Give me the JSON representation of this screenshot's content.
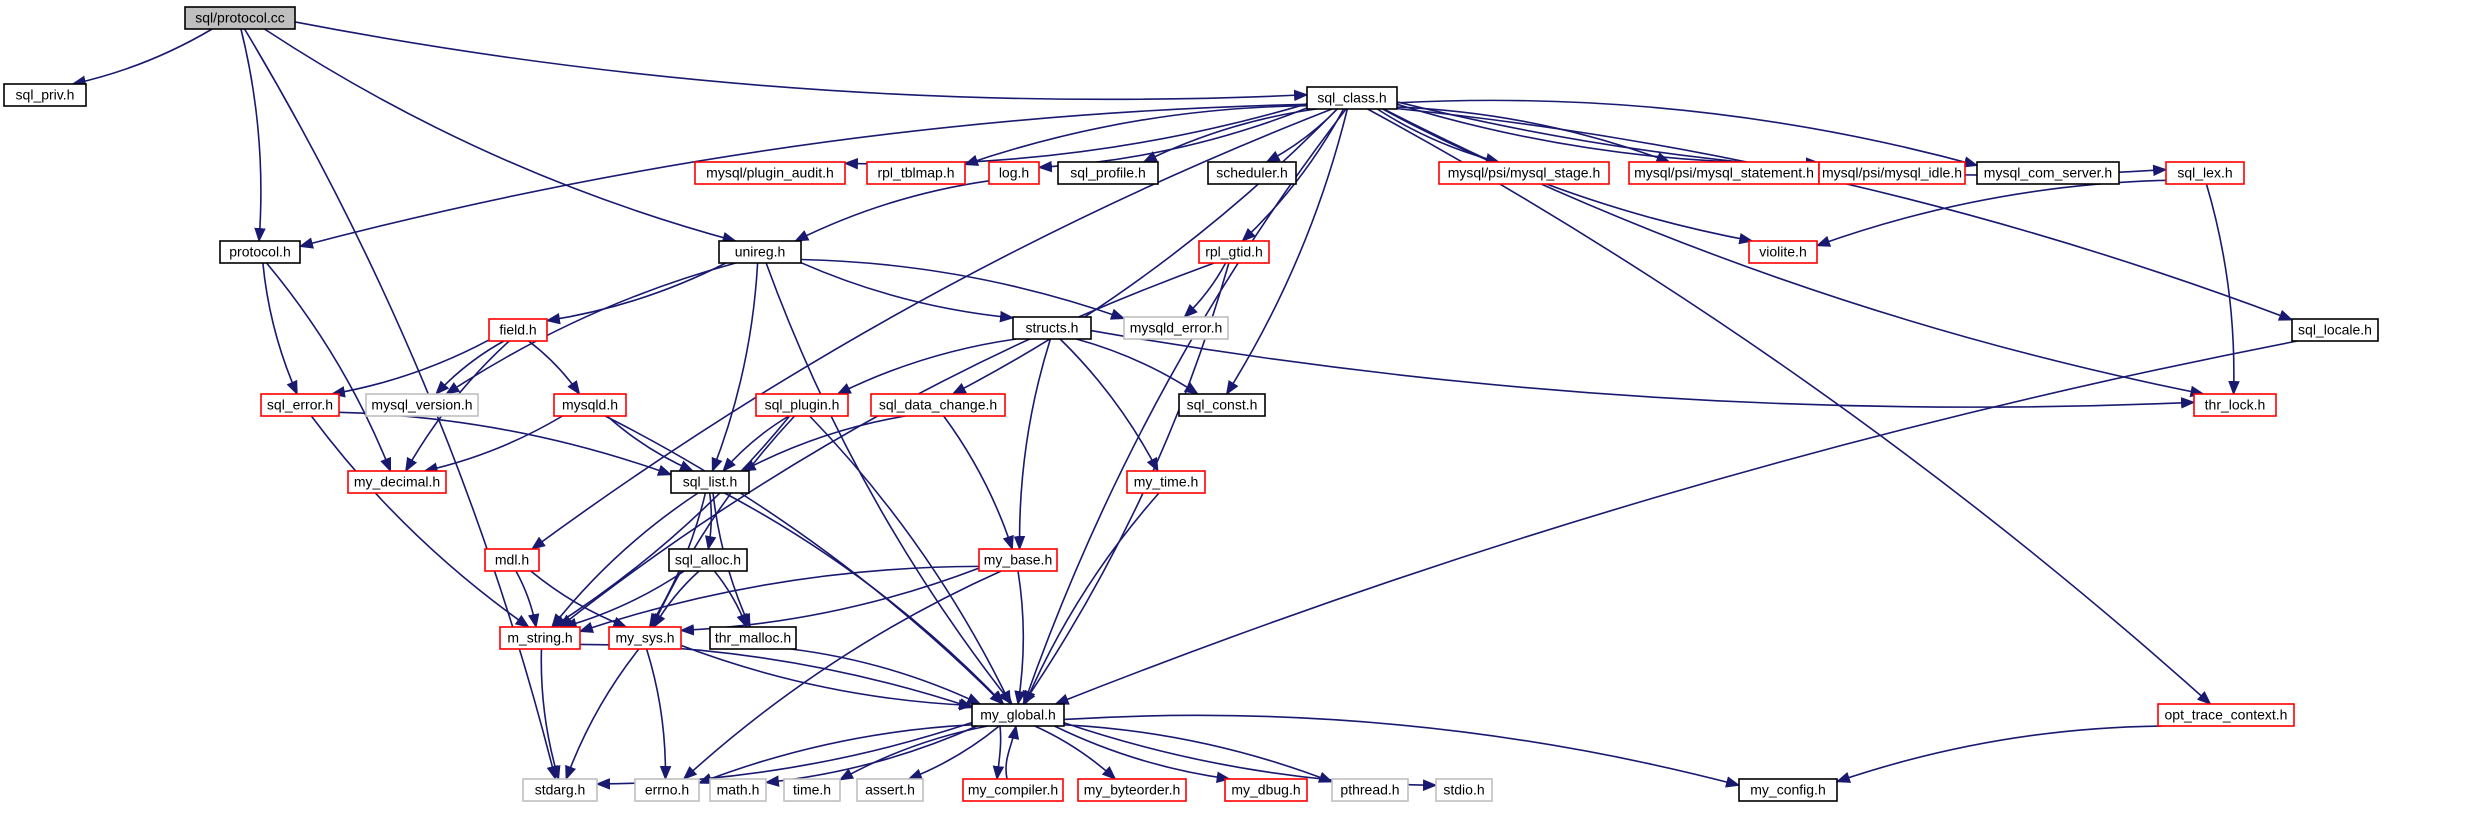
{
  "colors": {
    "edge": "#191970",
    "border_black": "#000000",
    "border_red": "#ff0000",
    "border_gray": "#bfbfbf",
    "root_fill": "#bfbfbf",
    "fill": "#ffffff"
  },
  "nodes": [
    {
      "id": "protocol_cc",
      "label": "sql/protocol.cc",
      "style": "root"
    },
    {
      "id": "sql_priv",
      "label": "sql_priv.h",
      "style": "black"
    },
    {
      "id": "sql_class",
      "label": "sql_class.h",
      "style": "black"
    },
    {
      "id": "protocol_h",
      "label": "protocol.h",
      "style": "black"
    },
    {
      "id": "unireg",
      "label": "unireg.h",
      "style": "black"
    },
    {
      "id": "plugin_audit",
      "label": "mysql/plugin_audit.h",
      "style": "red"
    },
    {
      "id": "rpl_tblmap",
      "label": "rpl_tblmap.h",
      "style": "red"
    },
    {
      "id": "log_h",
      "label": "log.h",
      "style": "red"
    },
    {
      "id": "sql_profile",
      "label": "sql_profile.h",
      "style": "black"
    },
    {
      "id": "scheduler",
      "label": "scheduler.h",
      "style": "black"
    },
    {
      "id": "psi_stage",
      "label": "mysql/psi/mysql_stage.h",
      "style": "red"
    },
    {
      "id": "psi_statement",
      "label": "mysql/psi/mysql_statement.h",
      "style": "red"
    },
    {
      "id": "psi_idle",
      "label": "mysql/psi/mysql_idle.h",
      "style": "red"
    },
    {
      "id": "com_server",
      "label": "mysql_com_server.h",
      "style": "black"
    },
    {
      "id": "sql_lex",
      "label": "sql_lex.h",
      "style": "red"
    },
    {
      "id": "rpl_gtid",
      "label": "rpl_gtid.h",
      "style": "red"
    },
    {
      "id": "violite",
      "label": "violite.h",
      "style": "red"
    },
    {
      "id": "mysqld_error",
      "label": "mysqld_error.h",
      "style": "gray"
    },
    {
      "id": "structs",
      "label": "structs.h",
      "style": "black"
    },
    {
      "id": "field",
      "label": "field.h",
      "style": "red"
    },
    {
      "id": "sql_locale",
      "label": "sql_locale.h",
      "style": "black"
    },
    {
      "id": "sql_error",
      "label": "sql_error.h",
      "style": "red"
    },
    {
      "id": "mysql_version",
      "label": "mysql_version.h",
      "style": "gray"
    },
    {
      "id": "mysqld",
      "label": "mysqld.h",
      "style": "red"
    },
    {
      "id": "sql_plugin",
      "label": "sql_plugin.h",
      "style": "red"
    },
    {
      "id": "sql_data_change",
      "label": "sql_data_change.h",
      "style": "red"
    },
    {
      "id": "sql_const",
      "label": "sql_const.h",
      "style": "black"
    },
    {
      "id": "thr_lock",
      "label": "thr_lock.h",
      "style": "red"
    },
    {
      "id": "my_decimal",
      "label": "my_decimal.h",
      "style": "red"
    },
    {
      "id": "sql_list",
      "label": "sql_list.h",
      "style": "black"
    },
    {
      "id": "my_time",
      "label": "my_time.h",
      "style": "red"
    },
    {
      "id": "mdl",
      "label": "mdl.h",
      "style": "red"
    },
    {
      "id": "sql_alloc",
      "label": "sql_alloc.h",
      "style": "black"
    },
    {
      "id": "my_base",
      "label": "my_base.h",
      "style": "red"
    },
    {
      "id": "m_string",
      "label": "m_string.h",
      "style": "red"
    },
    {
      "id": "my_sys",
      "label": "my_sys.h",
      "style": "red"
    },
    {
      "id": "thr_malloc",
      "label": "thr_malloc.h",
      "style": "black"
    },
    {
      "id": "my_global",
      "label": "my_global.h",
      "style": "black"
    },
    {
      "id": "opt_trace_ctx",
      "label": "opt_trace_context.h",
      "style": "red"
    },
    {
      "id": "stdarg",
      "label": "stdarg.h",
      "style": "gray"
    },
    {
      "id": "errno",
      "label": "errno.h",
      "style": "gray"
    },
    {
      "id": "math",
      "label": "math.h",
      "style": "gray"
    },
    {
      "id": "time",
      "label": "time.h",
      "style": "gray"
    },
    {
      "id": "assert",
      "label": "assert.h",
      "style": "gray"
    },
    {
      "id": "my_compiler",
      "label": "my_compiler.h",
      "style": "red"
    },
    {
      "id": "my_byteorder",
      "label": "my_byteorder.h",
      "style": "red"
    },
    {
      "id": "my_dbug",
      "label": "my_dbug.h",
      "style": "red"
    },
    {
      "id": "pthread",
      "label": "pthread.h",
      "style": "gray"
    },
    {
      "id": "stdio",
      "label": "stdio.h",
      "style": "gray"
    },
    {
      "id": "my_config",
      "label": "my_config.h",
      "style": "black"
    }
  ],
  "edges": [
    [
      "protocol_cc",
      "sql_priv"
    ],
    [
      "protocol_cc",
      "sql_class"
    ],
    [
      "protocol_cc",
      "protocol_h"
    ],
    [
      "protocol_cc",
      "unireg"
    ],
    [
      "protocol_cc",
      "stdarg"
    ],
    [
      "sql_class",
      "protocol_h"
    ],
    [
      "sql_class",
      "plugin_audit"
    ],
    [
      "sql_class",
      "rpl_tblmap"
    ],
    [
      "sql_class",
      "log_h"
    ],
    [
      "sql_class",
      "sql_profile"
    ],
    [
      "sql_class",
      "scheduler"
    ],
    [
      "sql_class",
      "psi_stage"
    ],
    [
      "sql_class",
      "psi_statement"
    ],
    [
      "sql_class",
      "psi_idle"
    ],
    [
      "sql_class",
      "com_server"
    ],
    [
      "sql_class",
      "sql_lex"
    ],
    [
      "sql_class",
      "rpl_gtid"
    ],
    [
      "sql_class",
      "violite"
    ],
    [
      "sql_class",
      "sql_data_change"
    ],
    [
      "sql_class",
      "mdl"
    ],
    [
      "sql_class",
      "sql_const"
    ],
    [
      "sql_class",
      "thr_lock"
    ],
    [
      "sql_class",
      "sql_locale"
    ],
    [
      "sql_class",
      "my_global"
    ],
    [
      "sql_class",
      "opt_trace_ctx"
    ],
    [
      "protocol_h",
      "sql_error"
    ],
    [
      "protocol_h",
      "my_decimal"
    ],
    [
      "log_h",
      "unireg"
    ],
    [
      "unireg",
      "field"
    ],
    [
      "unireg",
      "mysql_version"
    ],
    [
      "unireg",
      "mysqld_error"
    ],
    [
      "unireg",
      "structs"
    ],
    [
      "unireg",
      "sql_list"
    ],
    [
      "unireg",
      "my_global"
    ],
    [
      "rpl_gtid",
      "mysqld_error"
    ],
    [
      "rpl_gtid",
      "m_string"
    ],
    [
      "rpl_gtid",
      "my_global"
    ],
    [
      "sql_lex",
      "violite"
    ],
    [
      "sql_lex",
      "thr_lock"
    ],
    [
      "structs",
      "sql_plugin"
    ],
    [
      "structs",
      "sql_const"
    ],
    [
      "structs",
      "thr_lock"
    ],
    [
      "structs",
      "my_time"
    ],
    [
      "structs",
      "my_base"
    ],
    [
      "field",
      "sql_error"
    ],
    [
      "field",
      "mysql_version"
    ],
    [
      "field",
      "mysqld"
    ],
    [
      "field",
      "my_decimal"
    ],
    [
      "sql_error",
      "sql_list"
    ],
    [
      "sql_error",
      "m_string"
    ],
    [
      "mysqld",
      "my_decimal"
    ],
    [
      "mysqld",
      "sql_list"
    ],
    [
      "mysqld",
      "my_global"
    ],
    [
      "sql_plugin",
      "sql_list"
    ],
    [
      "sql_plugin",
      "m_string"
    ],
    [
      "sql_plugin",
      "my_sys"
    ],
    [
      "sql_plugin",
      "my_global"
    ],
    [
      "sql_data_change",
      "sql_list"
    ],
    [
      "sql_data_change",
      "my_base"
    ],
    [
      "sql_locale",
      "my_global"
    ],
    [
      "sql_list",
      "sql_alloc"
    ],
    [
      "sql_list",
      "m_string"
    ],
    [
      "sql_list",
      "my_sys"
    ],
    [
      "sql_list",
      "thr_malloc"
    ],
    [
      "sql_list",
      "my_global"
    ],
    [
      "my_time",
      "my_global"
    ],
    [
      "mdl",
      "m_string"
    ],
    [
      "mdl",
      "my_sys"
    ],
    [
      "sql_alloc",
      "m_string"
    ],
    [
      "sql_alloc",
      "my_sys"
    ],
    [
      "sql_alloc",
      "thr_malloc"
    ],
    [
      "my_base",
      "m_string"
    ],
    [
      "my_base",
      "my_sys"
    ],
    [
      "my_base",
      "errno"
    ],
    [
      "my_base",
      "my_global"
    ],
    [
      "m_string",
      "stdarg"
    ],
    [
      "m_string",
      "my_global"
    ],
    [
      "my_sys",
      "stdarg"
    ],
    [
      "my_sys",
      "errno"
    ],
    [
      "my_sys",
      "my_global"
    ],
    [
      "thr_malloc",
      "my_global"
    ],
    [
      "opt_trace_ctx",
      "my_config"
    ],
    [
      "my_global",
      "stdarg"
    ],
    [
      "my_global",
      "errno"
    ],
    [
      "my_global",
      "math"
    ],
    [
      "my_global",
      "time"
    ],
    [
      "my_global",
      "assert"
    ],
    [
      "my_global",
      "my_compiler"
    ],
    [
      "my_global",
      "my_byteorder"
    ],
    [
      "my_global",
      "my_dbug"
    ],
    [
      "my_global",
      "pthread"
    ],
    [
      "my_global",
      "stdio"
    ],
    [
      "my_global",
      "my_config"
    ],
    [
      "my_compiler",
      "my_global"
    ]
  ]
}
